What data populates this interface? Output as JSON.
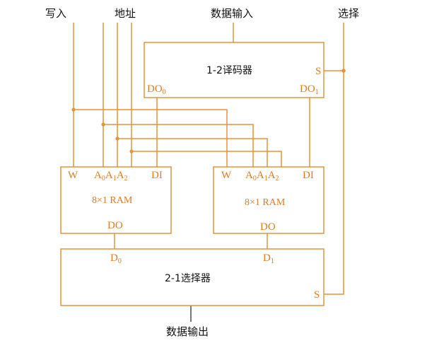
{
  "inputs": {
    "write": "写入",
    "address": "地址",
    "data_in": "数据输入",
    "select": "选择"
  },
  "output": {
    "data_out": "数据输出"
  },
  "decoder": {
    "title": "1-2译码器",
    "s_pin": "S",
    "do0_base": "DO",
    "do0_sub": "0",
    "do1_base": "DO",
    "do1_sub": "1"
  },
  "ram_left": {
    "title": "8×1 RAM",
    "w_pin": "W",
    "a_base": "A",
    "a0_sub": "0",
    "a1_sub": "1",
    "a2_sub": "2",
    "di_pin": "DI",
    "do_pin": "DO"
  },
  "ram_right": {
    "title": "8×1 RAM",
    "w_pin": "W",
    "a_base": "A",
    "a0_sub": "0",
    "a1_sub": "1",
    "a2_sub": "2",
    "di_pin": "DI",
    "do_pin": "DO"
  },
  "selector": {
    "title": "2-1选择器",
    "d0_base": "D",
    "d0_sub": "0",
    "d1_base": "D",
    "d1_sub": "1",
    "s_pin": "S"
  },
  "colors": {
    "wire": "#e8923a",
    "pin_label": "#e07b22",
    "text": "#111111"
  }
}
